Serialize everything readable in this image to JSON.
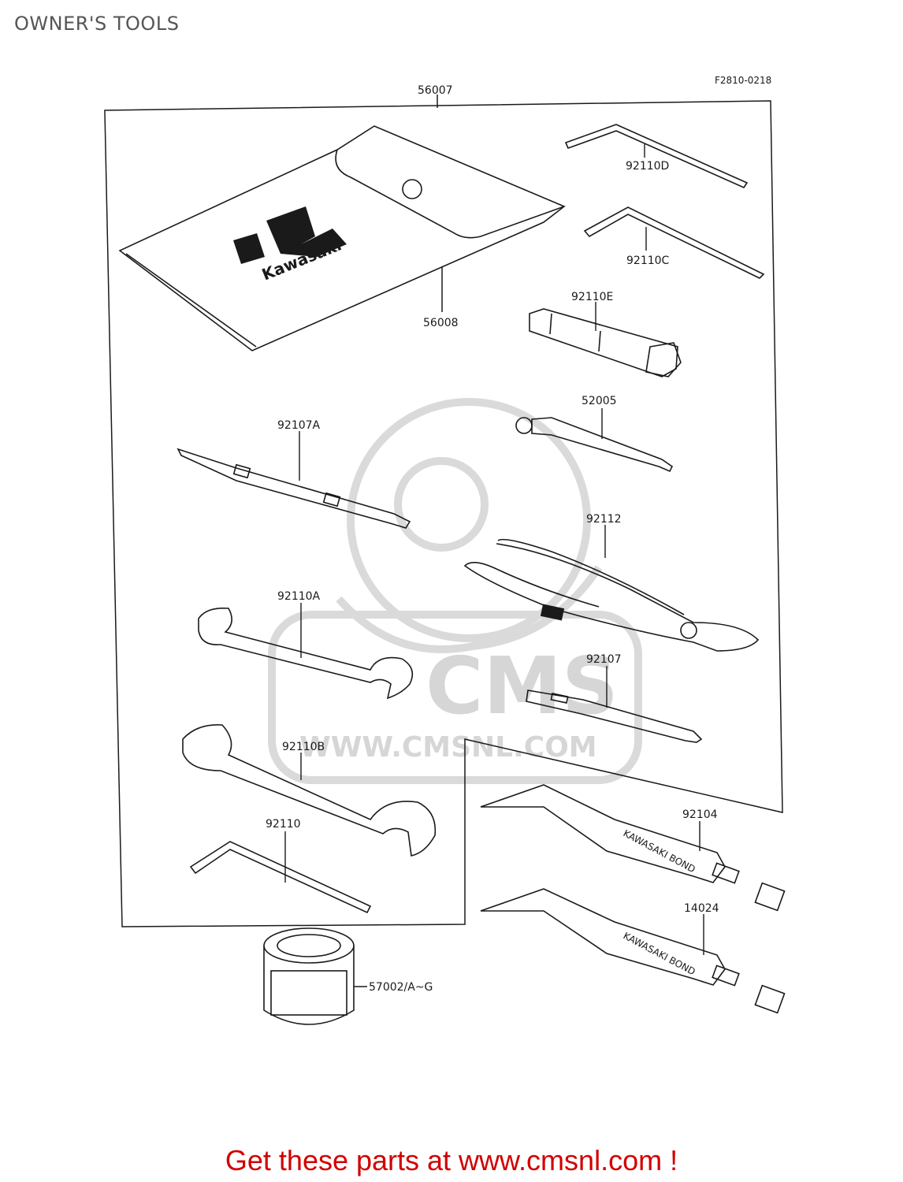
{
  "header": {
    "title": "OWNER'S TOOLS"
  },
  "figure": {
    "ref_code": "F2810-0218",
    "brand_text": "Kawasaki",
    "watermark_text": "WWW.CMSNL.COM",
    "watermark_logo": "CMS",
    "tube_label": "KAWASAKI BOND",
    "parts": [
      {
        "id": "kit",
        "number": "56007"
      },
      {
        "id": "bag",
        "number": "56008"
      },
      {
        "id": "hex-wrench-d",
        "number": "92110D"
      },
      {
        "id": "hex-wrench-c",
        "number": "92110C"
      },
      {
        "id": "plug-wrench",
        "number": "92110E"
      },
      {
        "id": "handle",
        "number": "52005"
      },
      {
        "id": "screwdriver-a",
        "number": "92107A"
      },
      {
        "id": "pliers",
        "number": "92112"
      },
      {
        "id": "wrench-a",
        "number": "92110A"
      },
      {
        "id": "screwdriver",
        "number": "92107"
      },
      {
        "id": "wrench-b",
        "number": "92110B"
      },
      {
        "id": "hex-wrench",
        "number": "92110"
      },
      {
        "id": "bond-tube-1",
        "number": "92104"
      },
      {
        "id": "bond-tube-2",
        "number": "14024"
      },
      {
        "id": "can",
        "number": "57002/A~G"
      }
    ]
  },
  "footer": {
    "cta": "Get these parts at www.cmsnl.com !"
  },
  "colors": {
    "ink": "#1a1a1a",
    "cta": "#d10000",
    "watermark": "#d8d8d8"
  }
}
